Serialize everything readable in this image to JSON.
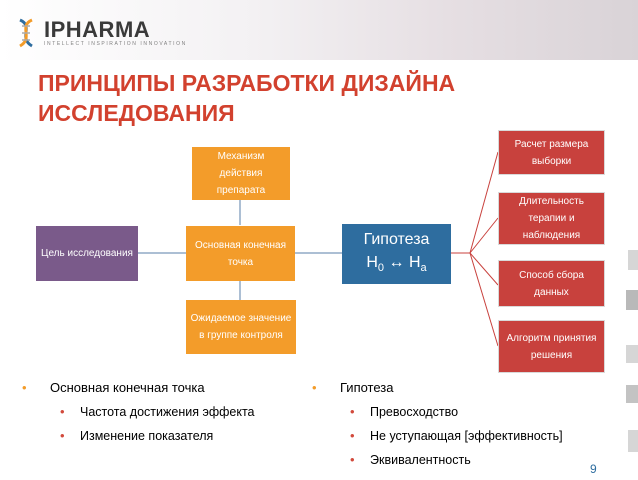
{
  "logo": {
    "name": "IPHARMA",
    "tagline": "INTELLECT INSPIRATION INNOVATION"
  },
  "title": "ПРИНЦИПЫ РАЗРАБОТКИ ДИЗАЙНА ИССЛЕДОВАНИЯ",
  "diagram": {
    "goal": "Цель исследования",
    "center": "Основная конечная точка",
    "top": "Механизм действия препарата",
    "bottom": "Ожидаемое значение в группе контроля",
    "hypothesis": "Гипотеза",
    "hypothesis_formula": "H0 ↔ Ha",
    "outcomes": [
      "Расчет размера выборки",
      "Длительность терапии и наблюдения",
      "Способ сбора данных",
      "Алгоритм принятия решения"
    ]
  },
  "left_list": {
    "heading": "Основная конечная точка",
    "items": [
      "Частота достижения эффекта",
      "Изменение показателя"
    ]
  },
  "right_list": {
    "heading": "Гипотеза",
    "items": [
      "Превосходство",
      "Не уступающая [эффективность]",
      "Эквивалентность"
    ]
  },
  "page_number": "9",
  "colors": {
    "accent_orange": "#f39c2a",
    "accent_red": "#c8413d",
    "purple": "#7a5a8a",
    "blue": "#2e6d9f",
    "title_red": "#d2412e"
  }
}
